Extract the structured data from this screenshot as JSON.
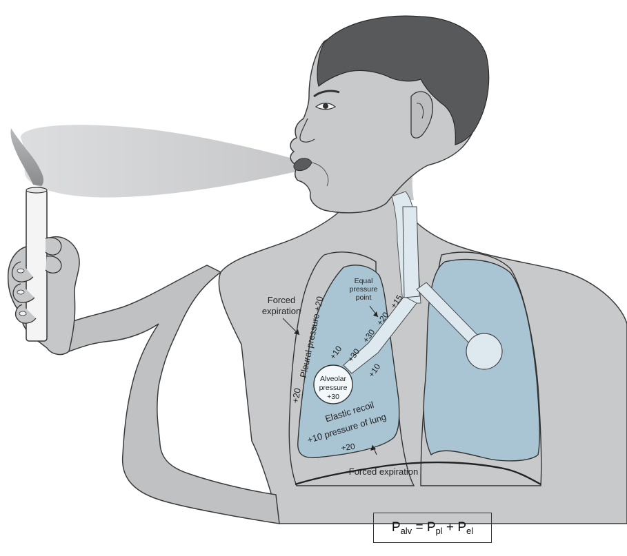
{
  "labels": {
    "forced_expiration_left_line1": "Forced",
    "forced_expiration_left_line2": "expiration",
    "pleural_pressure": "Pleural pressure +20",
    "pleural_left": "+20",
    "equal_pressure_line1": "Equal",
    "equal_pressure_line2": "pressure",
    "equal_pressure_line3": "point",
    "airway_plus15": "+15",
    "airway_plus20": "+20",
    "airway_plus30_top": "+30",
    "airway_plus30_mid": "+30",
    "airway_plus10_left": "+10",
    "airway_plus10_right": "+10",
    "alveolar_line1": "Alveolar",
    "alveolar_line2": "pressure",
    "alveolar_line3": "+30",
    "elastic_line1": "Elastic recoil",
    "elastic_line2": "+10 pressure of lung",
    "diaphragm_plus20": "+20",
    "forced_expiration_bottom": "Forced expiration"
  },
  "formula": {
    "P1": "P",
    "sub1": "alv",
    "eq": " = ",
    "P2": "P",
    "sub2": "pl",
    "plus": " + ",
    "P3": "P",
    "sub3": "el"
  },
  "colors": {
    "skin": "#c8c9cb",
    "hair": "#58595b",
    "lung": "#a9c4d3",
    "airway": "#dde9ef",
    "breath": "#c9cacc"
  }
}
